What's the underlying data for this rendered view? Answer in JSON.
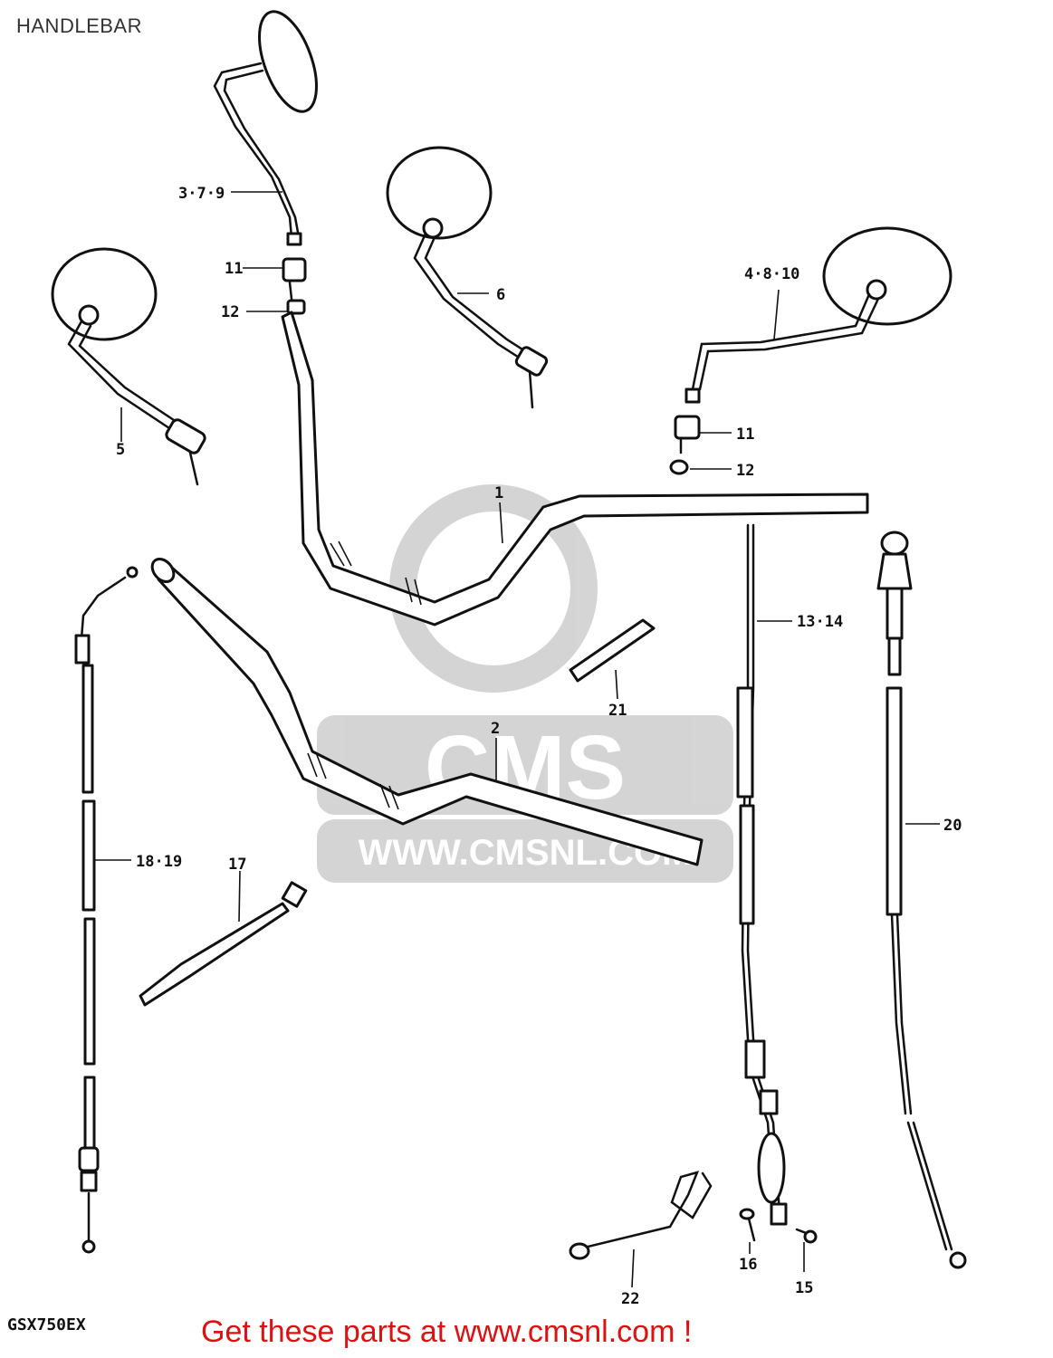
{
  "page": {
    "title": "HANDLEBAR"
  },
  "watermark": {
    "logo_text": "CMS",
    "url_text": "WWW.CMSNL.COM"
  },
  "diagram": {
    "labels": [
      "3·7·9",
      "11",
      "12",
      "6",
      "4·8·10",
      "11",
      "12",
      "5",
      "1",
      "21",
      "13·14",
      "2",
      "18·19",
      "17",
      "20",
      "16",
      "15",
      "22"
    ]
  },
  "model_code": "GSX750EX",
  "footer": {
    "text": "Get these parts at www.cmsnl.com !"
  },
  "colors": {
    "line": "#111111",
    "footer": "#dd1111",
    "watermark": "#d0d0d0"
  }
}
